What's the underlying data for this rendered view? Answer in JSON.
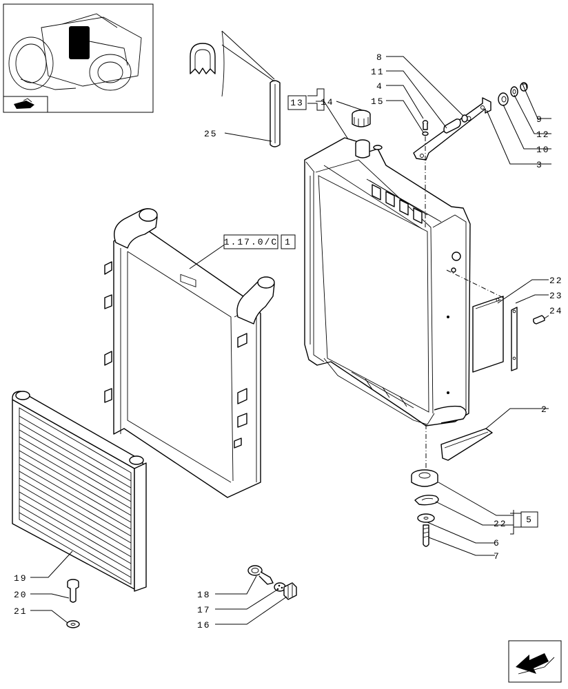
{
  "callouts": {
    "c8": "8",
    "c11": "11",
    "c4": "4",
    "c15": "15",
    "c14": "14",
    "c9": "9",
    "c12": "12",
    "c10": "10",
    "c3": "3",
    "c25": "25",
    "c22a": "22",
    "c23": "23",
    "c24": "24",
    "c2": "2",
    "c22b": "22",
    "c6": "6",
    "c7": "7",
    "c19": "19",
    "c20": "20",
    "c21": "21",
    "c18": "18",
    "c17": "17",
    "c16": "16"
  },
  "refboxes": {
    "r13": "13",
    "r117": "1.17.0/C",
    "r1": "1",
    "r5": "5"
  },
  "icons": {
    "thumbnail": "tractor-location-thumbnail",
    "nav": "next-page-arrow-icon",
    "corner": "book-arrow-icon"
  }
}
